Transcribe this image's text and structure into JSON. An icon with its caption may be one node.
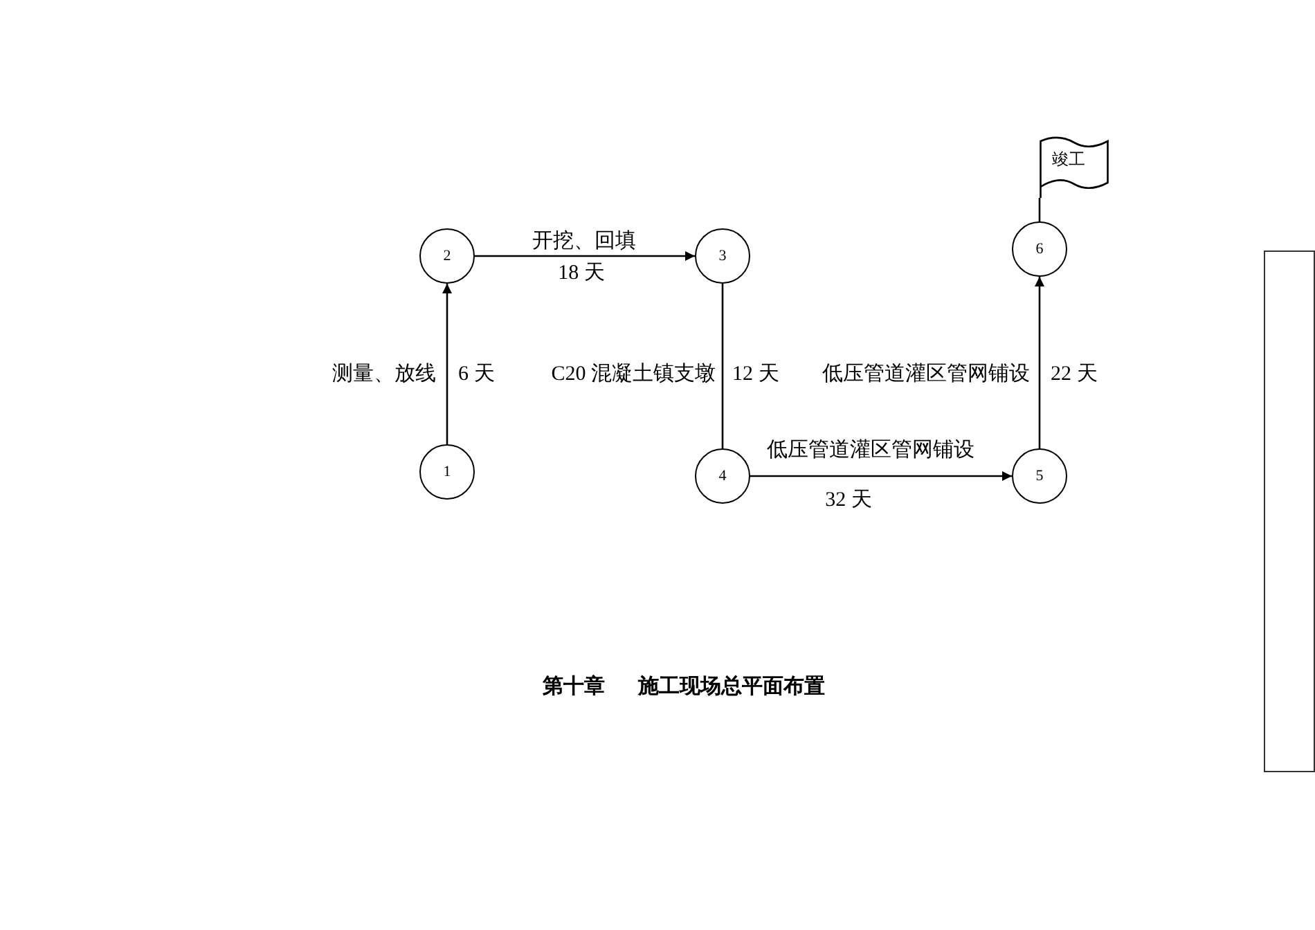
{
  "diagram": {
    "nodes": [
      {
        "text": [
          "1"
        ]
      },
      {
        "text": [
          "2"
        ]
      },
      {
        "text": [
          "3"
        ]
      },
      {
        "text": [
          "4"
        ]
      },
      {
        "text": [
          "5"
        ]
      },
      {
        "text": [
          "6"
        ]
      },
      {
        "text": [
          "竣工"
        ]
      }
    ],
    "edges": [
      {
        "from": 0,
        "to": 1,
        "arrow": "to",
        "label": "测量、放线"
      },
      {
        "from": 1,
        "to": 2,
        "arrow": "to",
        "label": "开挖、回填"
      },
      {
        "from": 2,
        "to": 3,
        "arrow": "none",
        "label": "C20 混凝土镇支墩"
      },
      {
        "from": 3,
        "to": 4,
        "arrow": "to",
        "label": "低压管道灌区管网铺设"
      },
      {
        "from": 4,
        "to": 5,
        "arrow": "to",
        "label": "低压管道灌区管网铺设"
      },
      {
        "from": 5,
        "to": 6,
        "arrow": "none"
      }
    ],
    "labels": [
      "18 天",
      "6 天",
      "12 天",
      "22 天",
      "32 天",
      "第十章 施工现场总平面布置"
    ]
  }
}
